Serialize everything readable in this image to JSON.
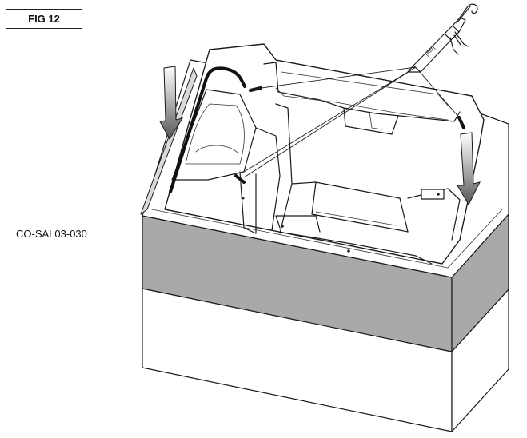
{
  "figure": {
    "label": "FIG 12",
    "reference_code": "CO-SAL03-030"
  },
  "drawing": {
    "subject": "bathtub-with-sealant-gun",
    "gun_label": "[Acr]",
    "colors": {
      "base": "#ffffff",
      "skirt_band": "#a9a9a9",
      "arrow": "#777777",
      "sealant_bead": "#111111"
    }
  }
}
